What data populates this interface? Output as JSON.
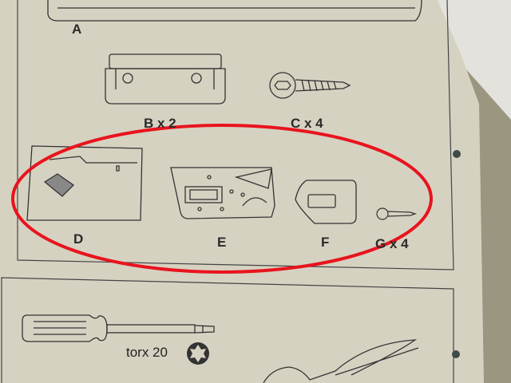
{
  "parts": {
    "a": "A",
    "b": "B x 2",
    "c": "C x 4",
    "d": "D",
    "e": "E",
    "f": "F",
    "g": "G x 4"
  },
  "tool": {
    "label": "torx 20"
  },
  "colors": {
    "paper": "#d8d4c4",
    "ink": "#333333",
    "highlight": "#e8141e",
    "granite": "#8d8a78"
  }
}
